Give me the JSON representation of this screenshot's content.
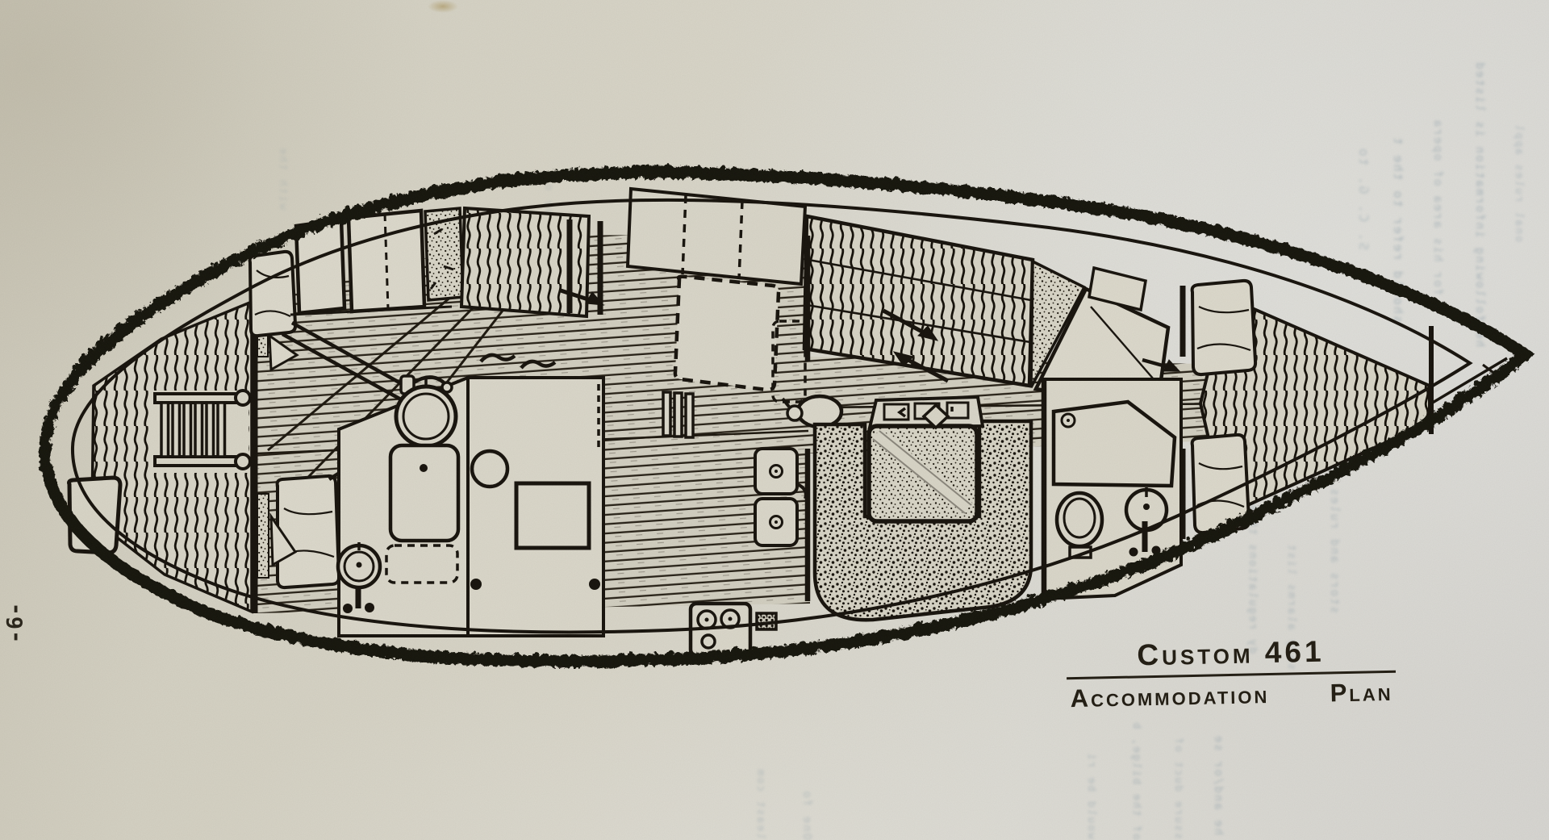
{
  "document": {
    "kind": "scanned yacht accommodation plan drawing, single page",
    "page_marker": "-6-"
  },
  "title_block": {
    "model": "Custom 461",
    "label_left": "Accommodation",
    "label_right": "Plan"
  },
  "colors": {
    "paper": "#d8d5c8",
    "ink": "#17130d",
    "bleed_ink": "#7d93a2"
  },
  "bleed_text": {
    "columns": [
      "should refer to the t",
      "for his area of opera",
      "he following information is listed",
      "S. C. G. to",
      "stors and rules, the re",
      "onal rules appl",
      "dy regulations three",
      "sary alarms list",
      "he and/or se",
      "ssure duct of",
      "of the bilge, b",
      "would be ri",
      "One fo",
      "least com",
      "Shall be of",
      "with the"
    ]
  },
  "parts": [
    "hull-outline",
    "deck-sheer-line",
    "stern-lazarette-hatch",
    "boarding-ladder",
    "stern-deck-berth",
    "aft-quarter-berth-pillows",
    "companionway-partitions",
    "cabin-sole-planks",
    "port-lockers",
    "pilot-berth-dashed-outline",
    "port-settee-berth",
    "aft-head-basin",
    "shower-tray",
    "aft-toilet",
    "chart-table",
    "galley-double-sink",
    "galley-oval-sink",
    "gimbaled-stove",
    "galley-counter",
    "burner-unit",
    "forward-head-counter",
    "forward-toilet",
    "forward-basin",
    "v-berth",
    "v-berth-pillows",
    "forepeak",
    "mast-section",
    "direction-arrows"
  ]
}
